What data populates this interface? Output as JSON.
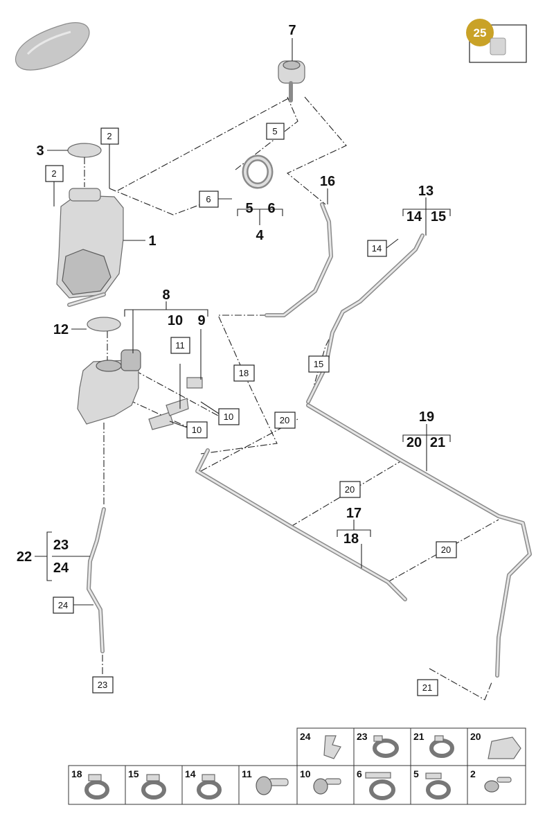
{
  "badge": {
    "number": "25",
    "color": "#c9a227"
  },
  "callouts": {
    "c1": "1",
    "c3": "3",
    "c4": "4",
    "c5a": "5",
    "c6a": "6",
    "c7": "7",
    "c8": "8",
    "c9": "9",
    "c10a": "10",
    "c12": "12",
    "c13": "13",
    "c14a": "14",
    "c15a": "15",
    "c16": "16",
    "c17": "17",
    "c18a": "18",
    "c19": "19",
    "c20a": "20",
    "c21a": "21",
    "c22": "22",
    "c23a": "23",
    "c24a": "24"
  },
  "boxed_labels": {
    "b2a": "2",
    "b2b": "2",
    "b5": "5",
    "b6": "6",
    "b11": "11",
    "b10a": "10",
    "b10b": "10",
    "b14": "14",
    "b15": "15",
    "b18": "18",
    "b20a": "20",
    "b20b": "20",
    "b20c": "20",
    "b21": "21",
    "b23": "23",
    "b24": "24"
  },
  "legend_row1": [
    "24",
    "23",
    "21",
    "20"
  ],
  "legend_row2": [
    "18",
    "15",
    "14",
    "11",
    "10",
    "6",
    "5",
    "2"
  ],
  "icons": {
    "car": "car-silhouette-icon",
    "clip": "hose-clamp-icon",
    "bolt": "bolt-icon",
    "screw": "screw-icon",
    "tank": "reservoir-tank-icon",
    "cap": "reservoir-cap-icon"
  }
}
